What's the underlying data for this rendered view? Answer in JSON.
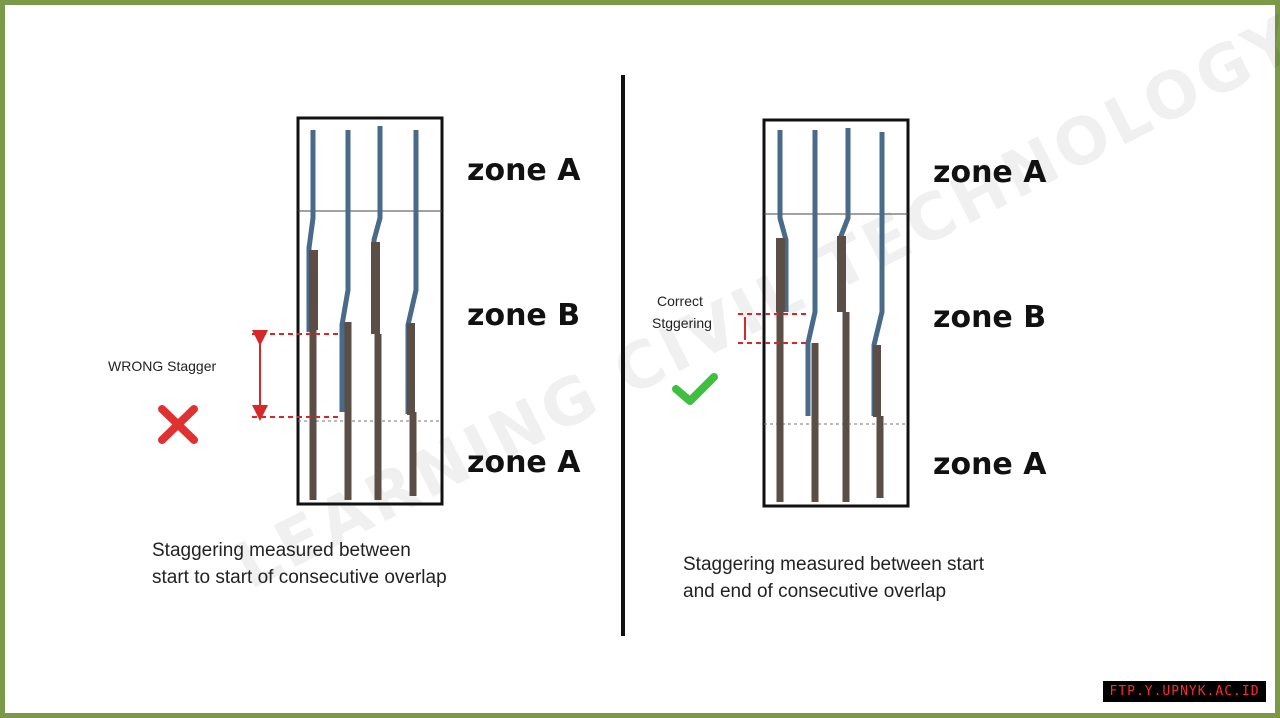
{
  "left_panel": {
    "zone_top": "zone A",
    "zone_middle": "zone B",
    "zone_bottom": "zone A",
    "annotation": "WRONG Stagger",
    "caption_line1": "Staggering measured between",
    "caption_line2": "start to start of consecutive overlap",
    "mark_icon": "red-cross-icon"
  },
  "right_panel": {
    "zone_top": "zone A",
    "zone_middle": "zone B",
    "zone_bottom": "zone A",
    "annotation_line1": "Correct",
    "annotation_line2": "Stggering",
    "caption_line1": "Staggering measured between start",
    "caption_line2": "and end of consecutive overlap",
    "mark_icon": "green-check-icon"
  },
  "watermark": "LEARNING CIVIL TECHNOLOGY",
  "badge": "FTP.Y.UPNYK.AC.ID",
  "colors": {
    "border": "#7a9a4a",
    "upper_bar": "#4a6a8a",
    "lower_bar": "#5a4e46",
    "dimension": "#d62828",
    "wrong_mark": "#e03030",
    "correct_mark": "#3fbf3f"
  }
}
